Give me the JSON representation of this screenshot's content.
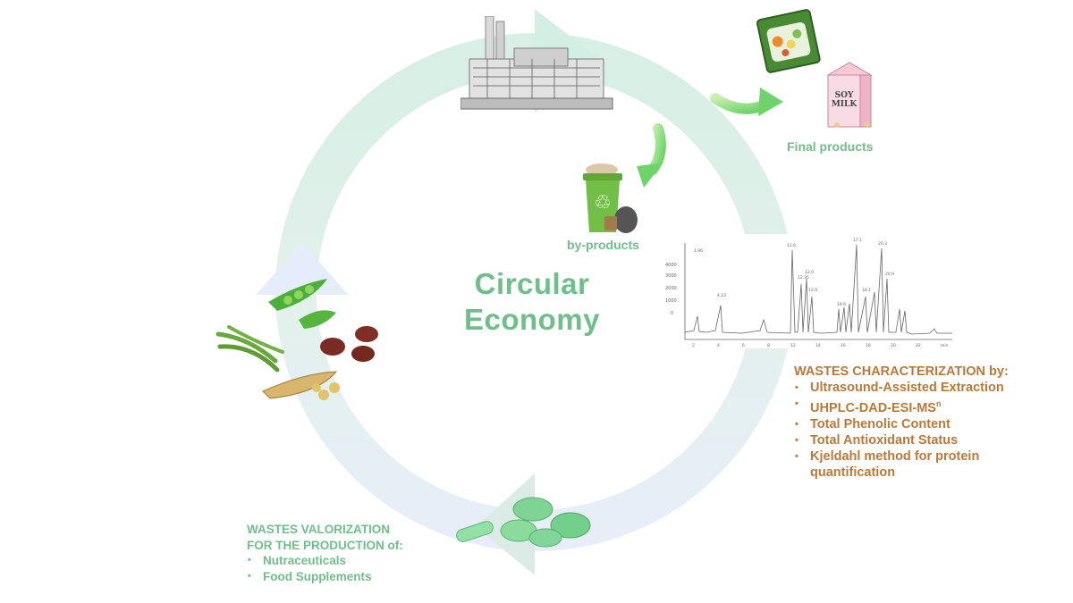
{
  "diagram": {
    "title_line1": "Circular",
    "title_line2": "Economy",
    "final_products_label": "Final products",
    "byproducts_label": "by-products",
    "milk_carton_text_line1": "SOY",
    "milk_carton_text_line2": "MILK",
    "characterization": {
      "heading": "WASTES CHARACTERIZATION by:",
      "items": [
        "Ultrasound-Assisted Extraction",
        "UHPLC-DAD-ESI-MS",
        "Total Phenolic Content",
        "Total Antioxidant  Status",
        "Kjeldahl method for protein quantification"
      ],
      "superscript": "n"
    },
    "valorization": {
      "heading_line1": "WASTES VALORIZATION",
      "heading_line2": "FOR THE PRODUCTION of:",
      "items": [
        "Nutraceuticals",
        "Food Supplements"
      ]
    },
    "colors": {
      "green_text": "#6fbf8b",
      "brown_text": "#b97939",
      "cycle_top": "#dff2ea",
      "cycle_bottom": "#e6eff8",
      "arrow_green": "#86d97a"
    },
    "icons": [
      "factory-icon",
      "food-bag-icon",
      "soy-milk-carton-icon",
      "recycle-bin-icon",
      "chromatogram-icon",
      "legumes-icon",
      "pills-icon",
      "process-arrow-icon"
    ]
  }
}
